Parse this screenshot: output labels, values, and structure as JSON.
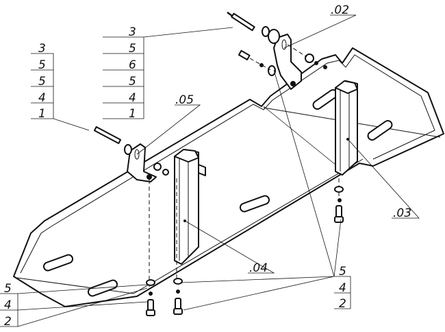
{
  "callouts": {
    "left_stack": [
      "3",
      "5",
      "5",
      "4",
      "1"
    ],
    "top_stack": [
      "3",
      "5",
      "6",
      "5",
      "4",
      "1"
    ],
    "right_stack": [
      "5",
      "4",
      "2"
    ],
    "bottom_left_stack": [
      "5",
      "4",
      "2"
    ],
    "part_02": ".02",
    "part_03": ".03",
    "part_04": ".04",
    "part_05": ".05"
  }
}
